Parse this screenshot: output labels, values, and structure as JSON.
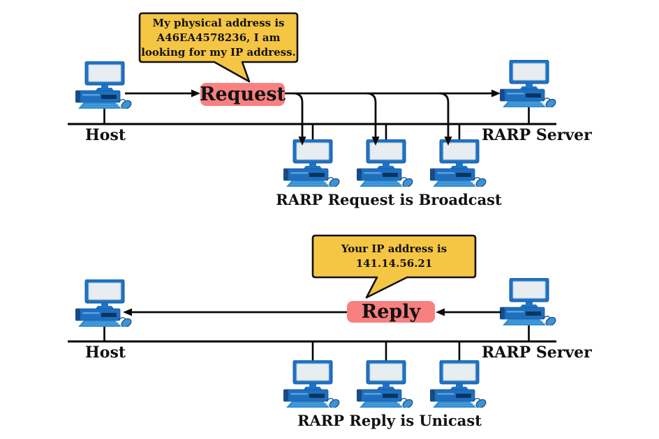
{
  "colors": {
    "bubble_yellow": "#F5C544",
    "message_pink": "#F88080",
    "pc_blue": "#1E73C4",
    "pc_screen": "#E7EDF0",
    "line_black": "#0A0A0A"
  },
  "top": {
    "bubble_lines": [
      "My physical address is",
      "A46EA4578236, I am",
      "looking for my IP address."
    ],
    "message": "Request",
    "host": "Host",
    "server": "RARP Server",
    "caption": "RARP Request is Broadcast"
  },
  "bottom": {
    "bubble_lines": [
      "Your IP address is",
      "141.14.56.21"
    ],
    "message": "Reply",
    "host": "Host",
    "server": "RARP Server",
    "caption": "RARP Reply is Unicast"
  }
}
